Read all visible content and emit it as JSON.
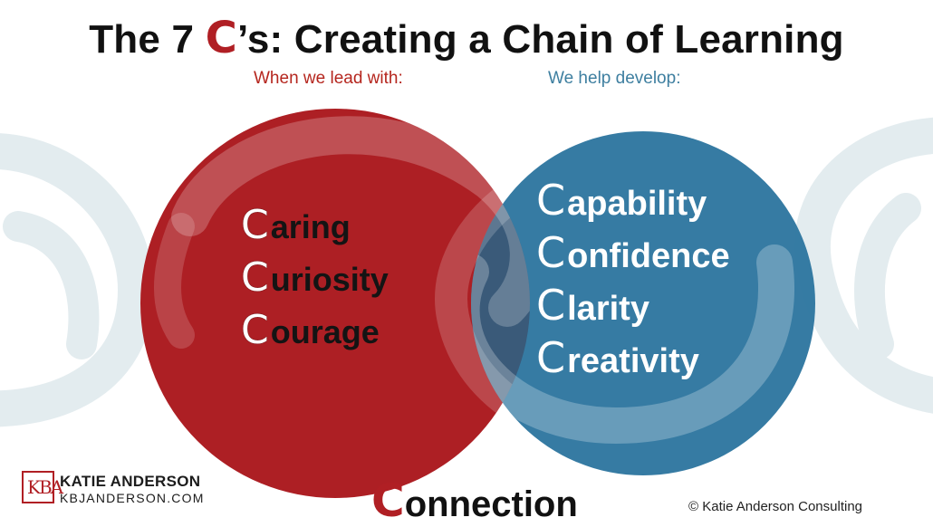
{
  "title": {
    "prefix": "The 7 ",
    "c_mark": "C",
    "suffix": "’s: Creating a Chain of Learning"
  },
  "left_circle": {
    "label": "When we lead with:",
    "label_color": "#b5261e",
    "fill_color": "#ad1f24",
    "words": [
      {
        "cap": "C",
        "rest": "aring"
      },
      {
        "cap": "C",
        "rest": "uriosity"
      },
      {
        "cap": "C",
        "rest": "ourage"
      }
    ]
  },
  "right_circle": {
    "label": "We help develop:",
    "label_color": "#3e7fa0",
    "fill_color": "#2f77a0",
    "words": [
      {
        "cap": "C",
        "rest": "apability"
      },
      {
        "cap": "C",
        "rest": "onfidence"
      },
      {
        "cap": "C",
        "rest": "larity"
      },
      {
        "cap": "C",
        "rest": "reativity"
      }
    ]
  },
  "overlap_color": "#3a5a79",
  "chain_color": "#e3ecef",
  "connection": {
    "cap": "C",
    "rest": "onnection"
  },
  "logo": {
    "monogram": "KBA",
    "name": "KATIE ANDERSON",
    "url": "KBJANDERSON.COM"
  },
  "copyright": "© Katie Anderson  Consulting"
}
